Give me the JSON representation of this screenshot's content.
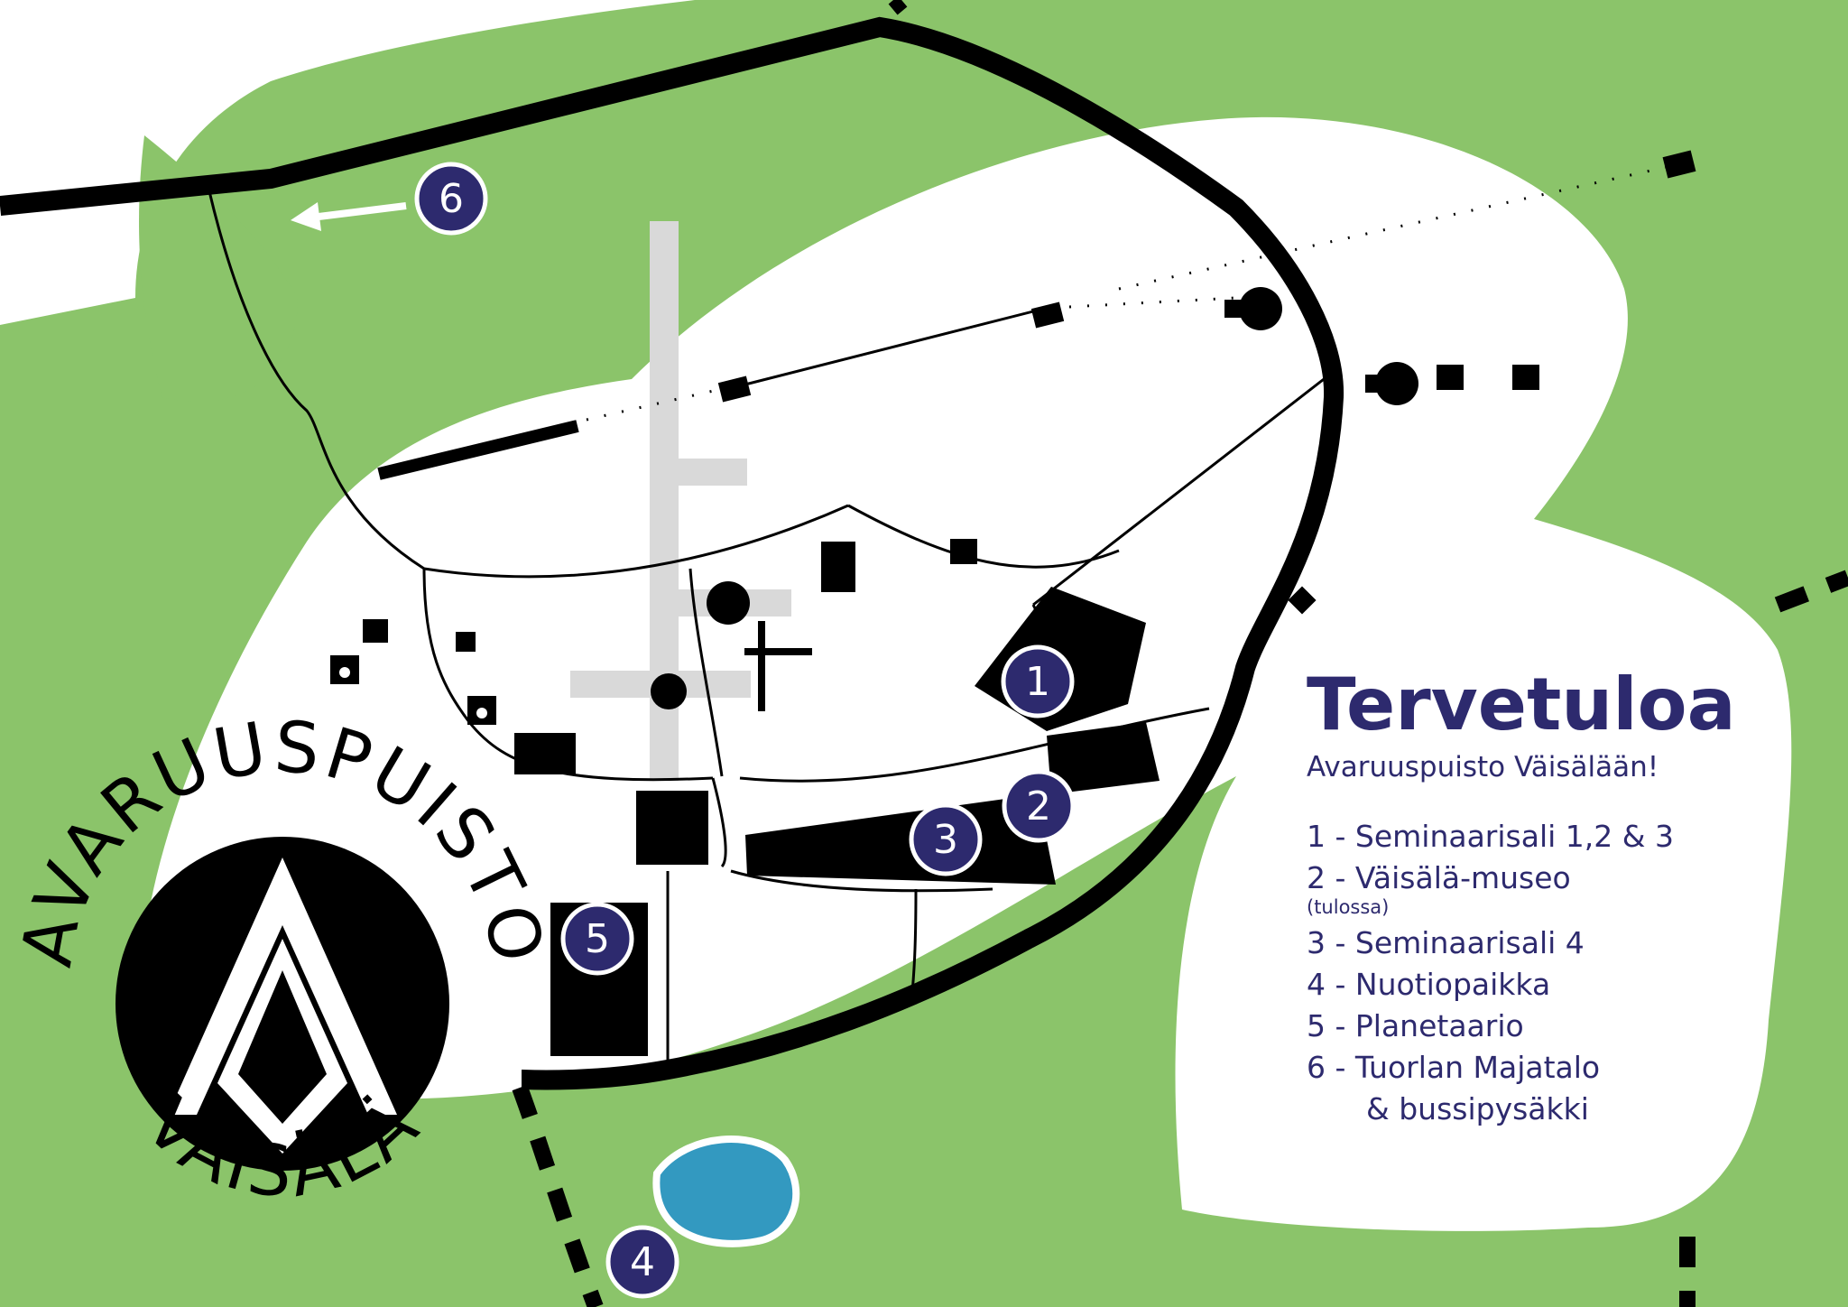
{
  "colors": {
    "green": "#8bc46a",
    "white": "#ffffff",
    "black": "#000000",
    "path_grey": "#d9d9d9",
    "water": "#3399c0",
    "marker": "#2d2a6e",
    "text": "#2d2a6e"
  },
  "legend": {
    "title": "Tervetuloa",
    "subtitle": "Avaruuspuisto Väisälään!",
    "items": [
      {
        "text": "1 - Seminaarisali 1,2 & 3"
      },
      {
        "text": "2 - Väisälä-museo",
        "note": "(tulossa)"
      },
      {
        "text": "3 - Seminaarisali 4"
      },
      {
        "text": "4 - Nuotiopaikka"
      },
      {
        "text": "5 - Planetaario"
      },
      {
        "text": "6 - Tuorlan Majatalo",
        "continuation": "& bussipysäkki"
      }
    ]
  },
  "markers": [
    {
      "label": "1"
    },
    {
      "label": "2"
    },
    {
      "label": "3"
    },
    {
      "label": "4"
    },
    {
      "label": "5"
    },
    {
      "label": "6"
    }
  ],
  "logo": {
    "top_text": "AVARUUSPUISTO",
    "bottom_text": "VÄISÄLÄ"
  },
  "icons": {
    "marker": "numbered-circle-icon",
    "arrow": "arrow-left-icon",
    "telescope": "telescope-dome-icon",
    "cross": "cross-icon"
  }
}
